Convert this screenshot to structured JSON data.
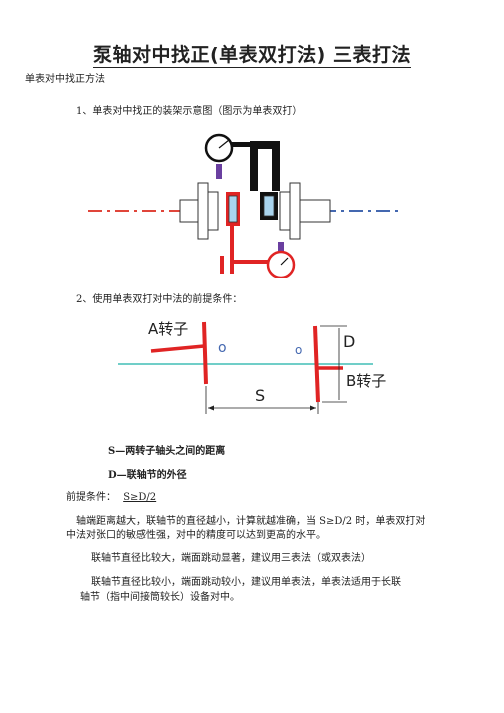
{
  "title": "泵轴对中找正(单表双打法) 三表打法",
  "subtitle": "单表对中找正方法",
  "item1": "1、单表对中找正的装架示意图（图示为单表双打）",
  "item2": "2、使用单表双打对中法的前提条件：",
  "fig2": {
    "label_a": "A转子",
    "label_b": "B转子",
    "label_d": "D",
    "label_s": "S",
    "mark_o1": "o",
    "mark_o2": "o"
  },
  "def_s": "S—两转子轴头之间的距离",
  "def_d": "D—联轴节的外径",
  "premise_label": "前提条件：",
  "premise_value": "S≥D/2",
  "para1_line1": "轴端距离越大，联轴节的直径越小，计算就越准确，当  S≥D/2 时，单表双打对",
  "para1_line2": "中法对张口的敏感性强，对中的精度可以达到更高的水平。",
  "para2": "联轴节直径比较大，端面跳动显著，建议用三表法（或双表法）",
  "para3_line1": "联轴节直径比较小，端面跳动较小，建议用单表法，单表法适用于长联",
  "para3_line2": "轴节（指中间接筒较长）设备对中。",
  "colors": {
    "axis_red": "#e0453a",
    "axis_blue": "#4468b0",
    "line_teal": "#1ab0a8",
    "black": "#111111",
    "purple": "#6a3fa0",
    "red": "#e02424",
    "hub_blue": "#a9d4ee"
  }
}
